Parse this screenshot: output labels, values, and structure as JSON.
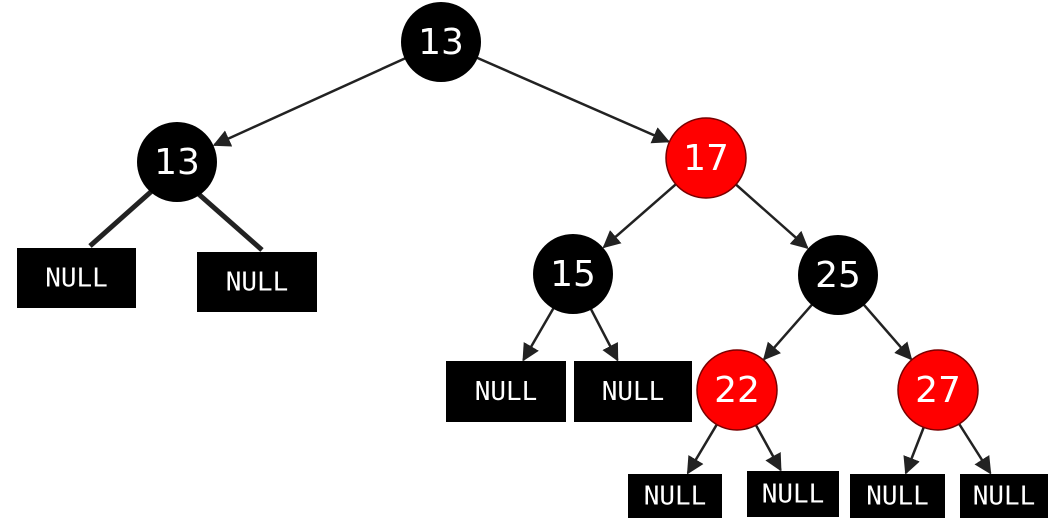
{
  "colors": {
    "black_node": "#000000",
    "red_node": "#ff0000",
    "red_node_stroke": "#7a0000",
    "edge": "#222222",
    "null_box": "#000000",
    "label": "#ffffff",
    "background": "#ffffff"
  },
  "tree": {
    "nodes": [
      {
        "id": "root",
        "label": "13",
        "color": "black"
      },
      {
        "id": "n13b",
        "label": "13",
        "color": "black"
      },
      {
        "id": "n17",
        "label": "17",
        "color": "red"
      },
      {
        "id": "n15",
        "label": "15",
        "color": "black"
      },
      {
        "id": "n25",
        "label": "25",
        "color": "black"
      },
      {
        "id": "n22",
        "label": "22",
        "color": "red"
      },
      {
        "id": "n27",
        "label": "27",
        "color": "red"
      }
    ],
    "null_leaves": [
      {
        "id": "null1",
        "label": "NULL"
      },
      {
        "id": "null2",
        "label": "NULL"
      },
      {
        "id": "null3",
        "label": "NULL"
      },
      {
        "id": "null4",
        "label": "NULL"
      },
      {
        "id": "null5",
        "label": "NULL"
      },
      {
        "id": "null6",
        "label": "NULL"
      },
      {
        "id": "null7",
        "label": "NULL"
      },
      {
        "id": "null8",
        "label": "NULL"
      }
    ]
  }
}
